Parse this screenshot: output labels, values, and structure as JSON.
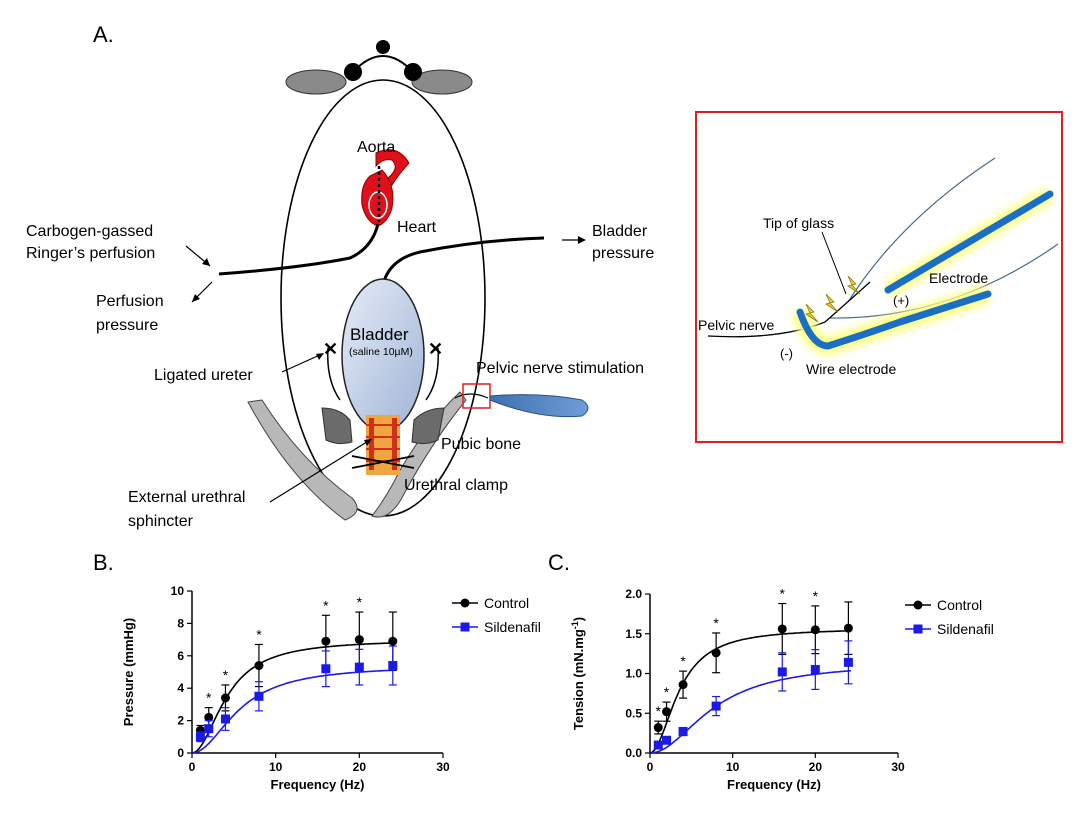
{
  "panel_a": {
    "label": "A.",
    "aorta": "Aorta",
    "heart": "Heart",
    "perfusion_line1": "Carbogen-gassed",
    "perfusion_line2": "Ringer’s perfusion",
    "bladder_pressure_line1": "Bladder",
    "bladder_pressure_line2": "pressure",
    "perf_pressure_line1": "Perfusion",
    "perf_pressure_line2": "pressure",
    "bladder": "Bladder",
    "bladder_sub": "(saline 10µM)",
    "ligated_ureter": "Ligated ureter",
    "pelvic_stim": "Pelvic nerve stimulation",
    "pubic_bone": "Pubic bone",
    "urethral_clamp": "Urethral clamp",
    "ext_sphincter_line1": "External urethral",
    "ext_sphincter_line2": "sphincter"
  },
  "inset": {
    "tip_of_glass": "Tip of glass",
    "electrode": "Electrode",
    "pelvic_nerve": "Pelvic nerve",
    "plus": "(+)",
    "minus": "(-)",
    "wire_electrode": "Wire electrode"
  },
  "colors": {
    "control": "#000000",
    "sildenafil": "#1a1ae6",
    "inset_border": "#e02020",
    "electrode": "#1a6fc4",
    "heart": "#e0101a"
  },
  "chart_data": [
    {
      "type": "line",
      "panel_label": "B.",
      "xlabel": "Frequency (Hz)",
      "ylabel": "Pressure (mmHg)",
      "xlim": [
        0,
        30
      ],
      "ylim": [
        0,
        10
      ],
      "xticks": [
        0,
        10,
        20,
        30
      ],
      "yticks": [
        0,
        2,
        4,
        6,
        8,
        10
      ],
      "legend": "top-right",
      "x": [
        1,
        2,
        4,
        8,
        16,
        20,
        24
      ],
      "series": [
        {
          "name": "Control",
          "marker": "circle",
          "values": [
            1.4,
            2.2,
            3.4,
            5.4,
            6.9,
            7.0,
            6.9
          ],
          "errors": [
            0.3,
            0.6,
            0.8,
            1.3,
            1.6,
            1.7,
            1.8
          ]
        },
        {
          "name": "Sildenafil",
          "marker": "square",
          "values": [
            1.0,
            1.5,
            2.1,
            3.5,
            5.2,
            5.3,
            5.4
          ],
          "errors": [
            0.3,
            0.5,
            0.7,
            0.9,
            1.1,
            1.1,
            1.2
          ]
        }
      ],
      "significant_x": [
        2,
        4,
        8,
        16,
        20
      ],
      "sig_marker": "*"
    },
    {
      "type": "line",
      "panel_label": "C.",
      "xlabel": "Frequency (Hz)",
      "ylabel": "Tension (mN.mg-1)",
      "xlim": [
        0,
        30
      ],
      "ylim": [
        0,
        2.0
      ],
      "xticks": [
        0,
        10,
        20,
        30
      ],
      "yticks": [
        0.0,
        0.5,
        1.0,
        1.5,
        2.0
      ],
      "legend": "top-right",
      "x": [
        1,
        2,
        4,
        8,
        16,
        20,
        24
      ],
      "series": [
        {
          "name": "Control",
          "marker": "circle",
          "values": [
            0.32,
            0.52,
            0.86,
            1.26,
            1.56,
            1.55,
            1.57
          ],
          "errors": [
            0.08,
            0.12,
            0.17,
            0.25,
            0.32,
            0.3,
            0.33
          ]
        },
        {
          "name": "Sildenafil",
          "marker": "square",
          "values": [
            0.1,
            0.16,
            0.27,
            0.59,
            1.02,
            1.05,
            1.14
          ],
          "errors": [
            0.04,
            0.04,
            0.05,
            0.12,
            0.24,
            0.25,
            0.27
          ]
        }
      ],
      "significant_x": [
        1,
        2,
        4,
        8,
        16,
        20
      ],
      "sig_marker": "*"
    }
  ]
}
